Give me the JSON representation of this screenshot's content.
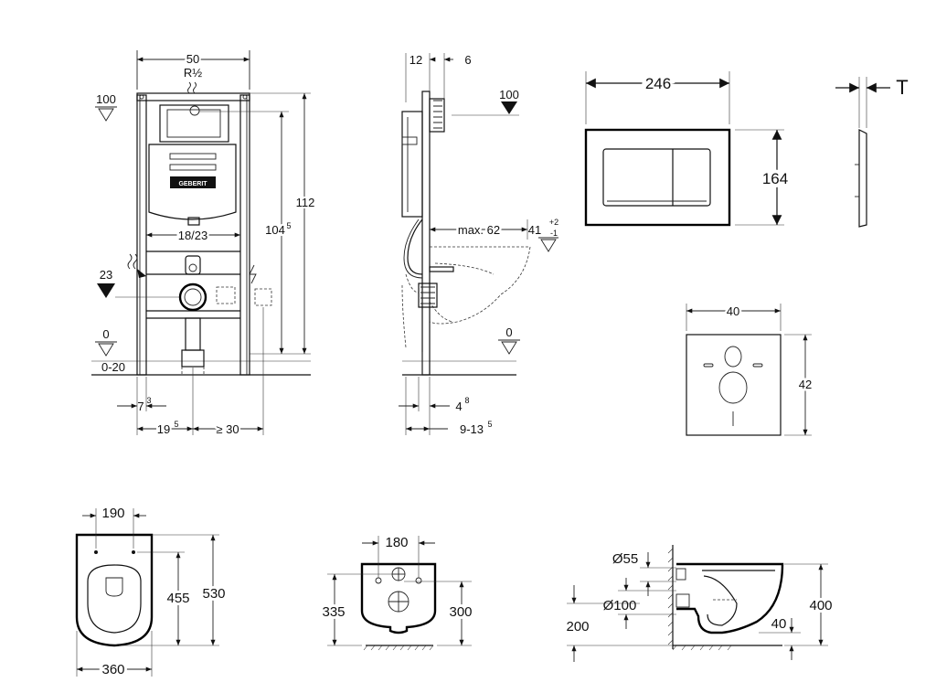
{
  "frame_section": {
    "width_50": "50",
    "r_half": "R½",
    "level_100": "100",
    "height_112": "112",
    "height_104_5": "104",
    "height_104_5_sup": "5",
    "spacing_18_23": "18/23",
    "level_23": "23",
    "level_0": "0",
    "range_0_20": "0-20",
    "offset_7_3": "7",
    "offset_7_3_sup": "3",
    "offset_19_5": "19",
    "offset_19_5_sup": "5",
    "min_30": "≥ 30",
    "brand": "GEBERIT"
  },
  "side_section": {
    "depth_12": "12",
    "depth_6": "6",
    "level_100": "100",
    "max_62": "max. 62",
    "pan_41": "41",
    "tol_plus": "+2",
    "tol_minus": "-1",
    "level_0": "0",
    "depth_4_8": "4",
    "depth_4_8_sup": "8",
    "range_9_13_5": "9-13",
    "range_9_13_5_sup": "5"
  },
  "flush_plate": {
    "width_246": "246",
    "height_164": "164",
    "thickness_T": "T"
  },
  "insulation_pad": {
    "width_40": "40",
    "height_42": "42"
  },
  "toilet_top": {
    "width_190": "190",
    "length_455": "455",
    "length_530": "530",
    "width_360": "360"
  },
  "toilet_back": {
    "width_180": "180",
    "height_335": "335",
    "height_300": "300"
  },
  "toilet_side": {
    "dia_55": "Ø55",
    "dia_100": "Ø100",
    "height_200": "200",
    "height_400": "400",
    "offset_40": "40"
  }
}
